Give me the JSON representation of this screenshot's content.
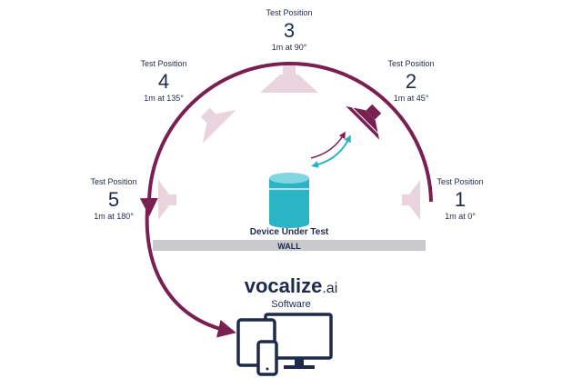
{
  "positions": [
    {
      "label": "Test Position",
      "number": "1",
      "angle": "1m at 0°"
    },
    {
      "label": "Test Position",
      "number": "2",
      "angle": "1m at 45°"
    },
    {
      "label": "Test Position",
      "number": "3",
      "angle": "1m at 90°"
    },
    {
      "label": "Test Position",
      "number": "4",
      "angle": "1m at 135°"
    },
    {
      "label": "Test Position",
      "number": "5",
      "angle": "1m at 180°"
    }
  ],
  "device_label": "Device Under Test",
  "wall_label": "WALL",
  "brand": {
    "name": "vocalize",
    "suffix": ".ai",
    "subtitle": "Software"
  },
  "colors": {
    "arc": "#7a1f52",
    "speaker_faded": "#e9d3dc",
    "speaker_active": "#7a1f52",
    "device": "#2bb5c4",
    "device_arrow": "#2bb5c4",
    "wall": "#c9c9cc",
    "text": "#1e2a4a"
  }
}
